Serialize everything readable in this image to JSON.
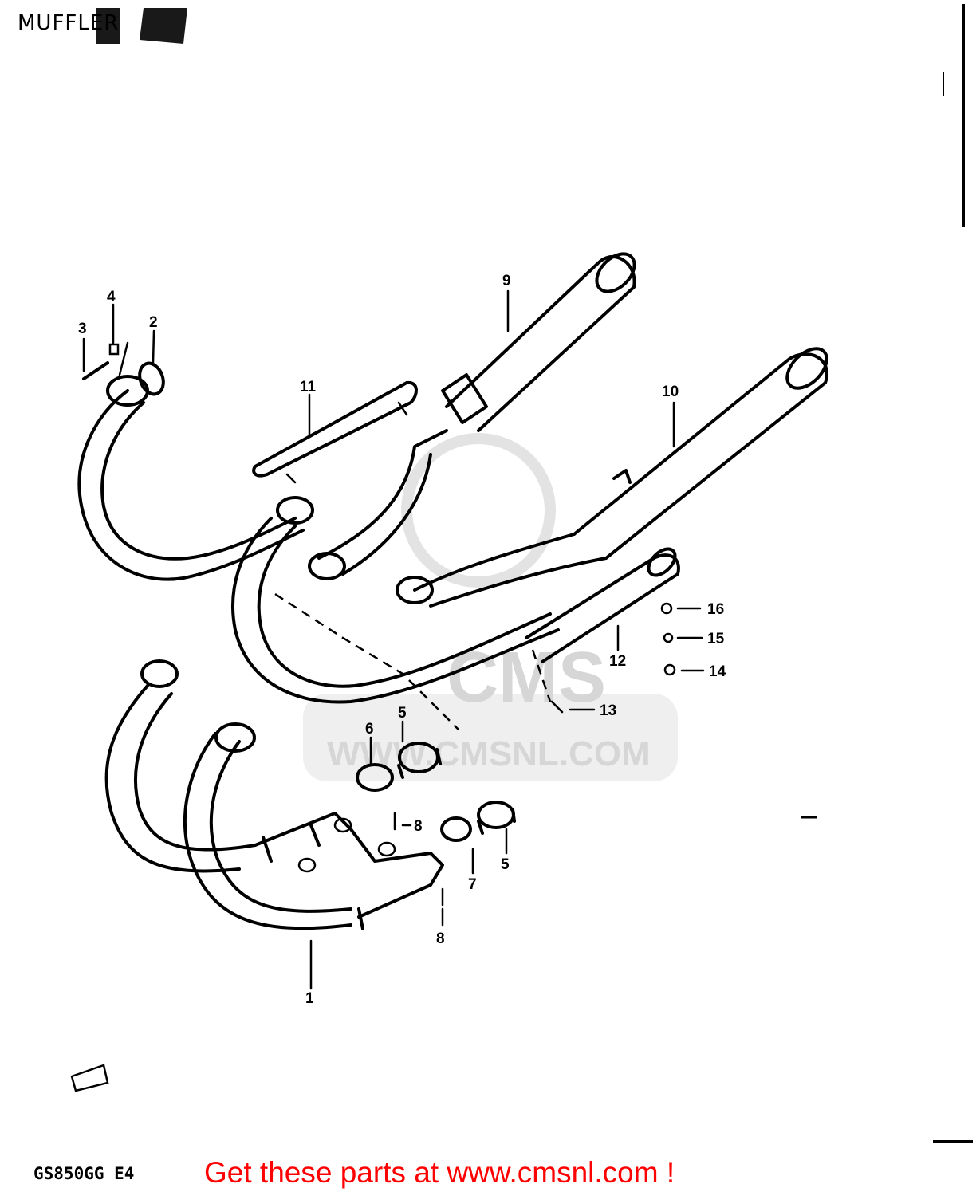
{
  "diagram": {
    "title": "MUFFLER",
    "model_code": "GS850GG  E4",
    "callout": "Get these parts at www.cmsnl.com !",
    "watermark": {
      "logo": "CMS",
      "url": "WWW.CMSNL.COM"
    },
    "colors": {
      "callout": "#ff0000",
      "lines": "#000000",
      "watermark": "#d6d6d6"
    },
    "part_labels": {
      "p1": "1",
      "p2": "2",
      "p3": "3",
      "p4": "4",
      "p5a": "5",
      "p5b": "5",
      "p6": "6",
      "p7": "7",
      "p8a": "8",
      "p8b": "8",
      "p9": "9",
      "p10": "10",
      "p11": "11",
      "p12": "12",
      "p13": "13",
      "p14": "14",
      "p15": "15",
      "p16": "16"
    }
  }
}
